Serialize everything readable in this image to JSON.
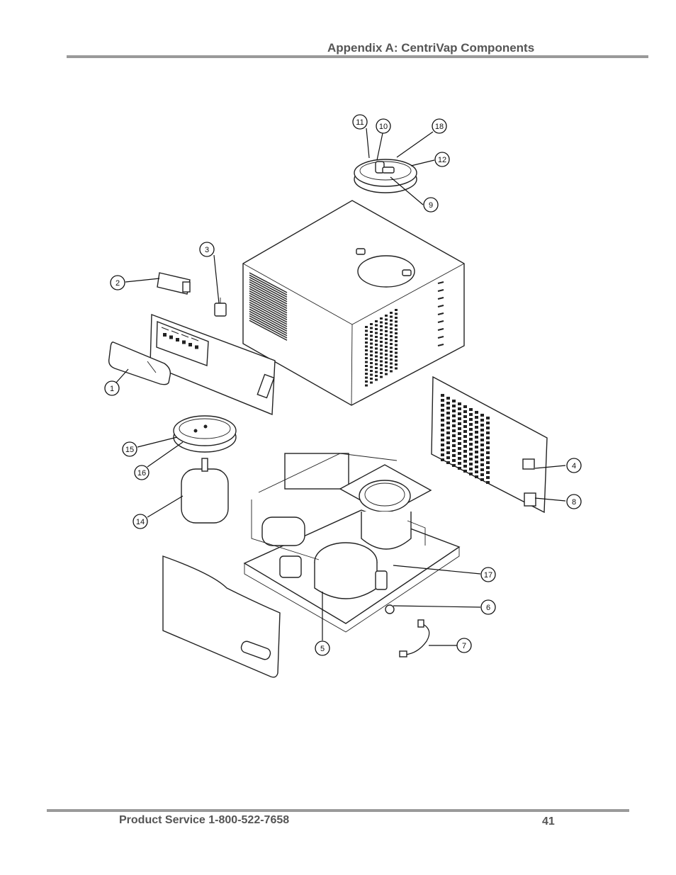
{
  "header": {
    "title": "Appendix A: CentriVap Components"
  },
  "footer": {
    "product_service": "Product Service 1-800-522-7658",
    "page_number": "41"
  },
  "diagram": {
    "callouts": [
      {
        "id": "c1",
        "label": "1"
      },
      {
        "id": "c2",
        "label": "2"
      },
      {
        "id": "c3",
        "label": "3"
      },
      {
        "id": "c4",
        "label": "4"
      },
      {
        "id": "c5",
        "label": "5"
      },
      {
        "id": "c6",
        "label": "6"
      },
      {
        "id": "c7",
        "label": "7"
      },
      {
        "id": "c8",
        "label": "8"
      },
      {
        "id": "c9",
        "label": "9"
      },
      {
        "id": "c10",
        "label": "10"
      },
      {
        "id": "c11",
        "label": "11"
      },
      {
        "id": "c12",
        "label": "12"
      },
      {
        "id": "c14",
        "label": "14"
      },
      {
        "id": "c15",
        "label": "15"
      },
      {
        "id": "c16",
        "label": "16"
      },
      {
        "id": "c17",
        "label": "17"
      },
      {
        "id": "c18",
        "label": "18"
      }
    ]
  }
}
